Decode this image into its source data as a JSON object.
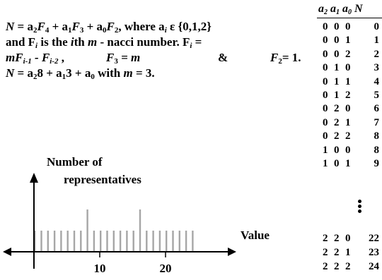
{
  "description": {
    "line1": {
      "N": "N",
      "eq": " = a",
      "s1": "2",
      "F1": "F",
      "s2": "4",
      "p1": " + a",
      "s3": "1",
      "F2": "F",
      "s4": "3",
      "p2": " + a",
      "s5": "0",
      "F3": "F",
      "s6": "2",
      "rest": ", where a",
      "s7": "i",
      "set": " ε {0,1,2}"
    },
    "line2": {
      "a": "and F",
      "s1": "i",
      "b": " is the ",
      "i": "i",
      "c": "th ",
      "m": "m",
      "d": " - nacci number.  F",
      "s2": "i",
      "e": " ="
    },
    "line3": {
      "m": "mF",
      "s1": "i-1",
      "a": " - F",
      "s2": "i-2",
      "b": "  ,",
      "F": "F",
      "s3": "3",
      "c": " = m",
      "amp": "&",
      "F2": "F",
      "s4": "2",
      "d": "= 1."
    },
    "line4": {
      "N": "N",
      "a": " = a",
      "s1": "2",
      "b": "8 + a",
      "s2": "1",
      "c": "3 + a",
      "s3": "0",
      "d": "  with  ",
      "m": "m",
      "e": " = 3."
    }
  },
  "table": {
    "header": {
      "a2": "a",
      "a2s": "2",
      "a1": "a",
      "a1s": "1",
      "a0": "a",
      "a0s": "0",
      "N": "N"
    },
    "rows": [
      [
        "0",
        "0",
        "0",
        "0"
      ],
      [
        "0",
        "0",
        "1",
        "1"
      ],
      [
        "0",
        "0",
        "2",
        "2"
      ],
      [
        "0",
        "1",
        "0",
        "3"
      ],
      [
        "0",
        "1",
        "1",
        "4"
      ],
      [
        "0",
        "1",
        "2",
        "5"
      ],
      [
        "0",
        "2",
        "0",
        "6"
      ],
      [
        "0",
        "2",
        "1",
        "7"
      ],
      [
        "0",
        "2",
        "2",
        "8"
      ],
      [
        "1",
        "0",
        "0",
        "8"
      ],
      [
        "1",
        "0",
        "1",
        "9"
      ]
    ],
    "tail_rows": [
      [
        "2",
        "2",
        "0",
        "22"
      ],
      [
        "2",
        "2",
        "1",
        "23"
      ],
      [
        "2",
        "2",
        "2",
        "24"
      ]
    ]
  },
  "chart_data": {
    "type": "bar",
    "ylabel": "Number of representatives",
    "xlabel": "Value",
    "tick_labels": [
      "10",
      "20"
    ],
    "x": [
      0,
      1,
      2,
      3,
      4,
      5,
      6,
      7,
      8,
      9,
      10,
      11,
      12,
      13,
      14,
      15,
      16,
      17,
      18,
      19,
      20,
      21,
      22,
      23,
      24
    ],
    "values": [
      1,
      1,
      1,
      1,
      1,
      1,
      1,
      1,
      2,
      1,
      1,
      1,
      1,
      1,
      1,
      1,
      2,
      1,
      1,
      1,
      1,
      1,
      1,
      1,
      1
    ],
    "bar_color": "#a6a6a6",
    "axis_color": "#000000"
  }
}
